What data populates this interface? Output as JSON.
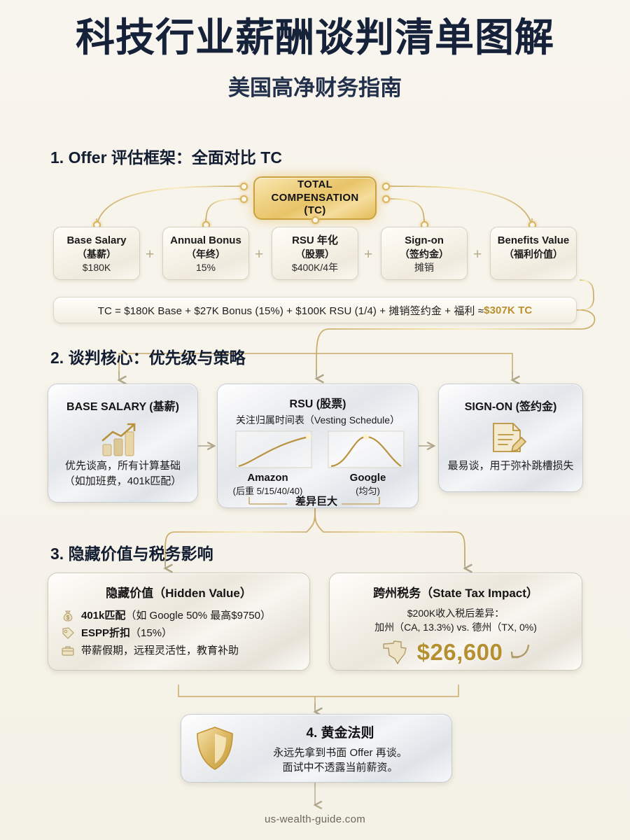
{
  "header": {
    "title": "科技行业薪酬谈判清单图解",
    "subtitle": "美国高净财务指南"
  },
  "sections": {
    "s1": "1. Offer 评估框架：全面对比 TC",
    "s2": "2. 谈判核心：优先级与策略",
    "s3": "3. 隐藏价值与税务影响"
  },
  "tc_box": {
    "line1": "TOTAL",
    "line2": "COMPENSATION",
    "line3": "(TC)"
  },
  "components": [
    {
      "en": "Base Salary",
      "cn": "（基薪）",
      "val": "$180K"
    },
    {
      "en": "Annual Bonus",
      "cn": "（年终）",
      "val": "15%"
    },
    {
      "en": "RSU 年化",
      "cn": "（股票）",
      "val": "$400K/4年"
    },
    {
      "en": "Sign-on",
      "cn": "（签约金）",
      "val": "摊销"
    },
    {
      "en": "Benefits Value",
      "cn": "（福利价值）",
      "val": ""
    }
  ],
  "plus_sign": "+",
  "formula": {
    "text": "TC = $180K Base + $27K Bonus (15%) + $100K RSU (1/4) + 摊销签约金 + 福利 ≈ ",
    "highlight": "$307K TC"
  },
  "pillars": {
    "base": {
      "title": "BASE SALARY (基薪)",
      "line1": "优先谈高，所有计算基础",
      "line2": "（如加班费，401k匹配）"
    },
    "rsu": {
      "title": "RSU (股票)",
      "subtitle": "关注归属时间表（Vesting Schedule）",
      "chart_left_name": "Amazon",
      "chart_left_note": "(后重 5/15/40/40)",
      "chart_right_name": "Google",
      "chart_right_note": "(均匀)",
      "bracket_label": "差异巨大"
    },
    "signon": {
      "title": "SIGN-ON (签约金)",
      "line1": "最易谈，用于弥补跳槽损失"
    }
  },
  "hidden_value": {
    "title": "隐藏价值（Hidden Value）",
    "items": [
      {
        "icon": "money-bag-icon",
        "bold": "401k匹配",
        "rest": "（如 Google 50% 最高$9750）"
      },
      {
        "icon": "tag-icon",
        "bold": "ESPP折扣",
        "rest": "（15%）"
      },
      {
        "icon": "briefcase-icon",
        "bold": "",
        "rest": "带薪假期，远程灵活性，教育补助"
      }
    ]
  },
  "state_tax": {
    "title": "跨州税务（State Tax Impact）",
    "line1": "$200K收入税后差异：",
    "line2": "加州（CA, 13.3%) vs. 德州（TX, 0%)",
    "amount": "$26,600"
  },
  "golden_rule": {
    "title": "4. 黄金法则",
    "line1": "永远先拿到书面 Offer 再谈。",
    "line2": "面试中不透露当前薪资。"
  },
  "footer": "us-wealth-guide.com",
  "colors": {
    "background": "#f7f4ec",
    "ink": "#16213a",
    "gold": "#c9a23f",
    "gold_text": "#b58f31",
    "line": "#c8ab6a"
  }
}
